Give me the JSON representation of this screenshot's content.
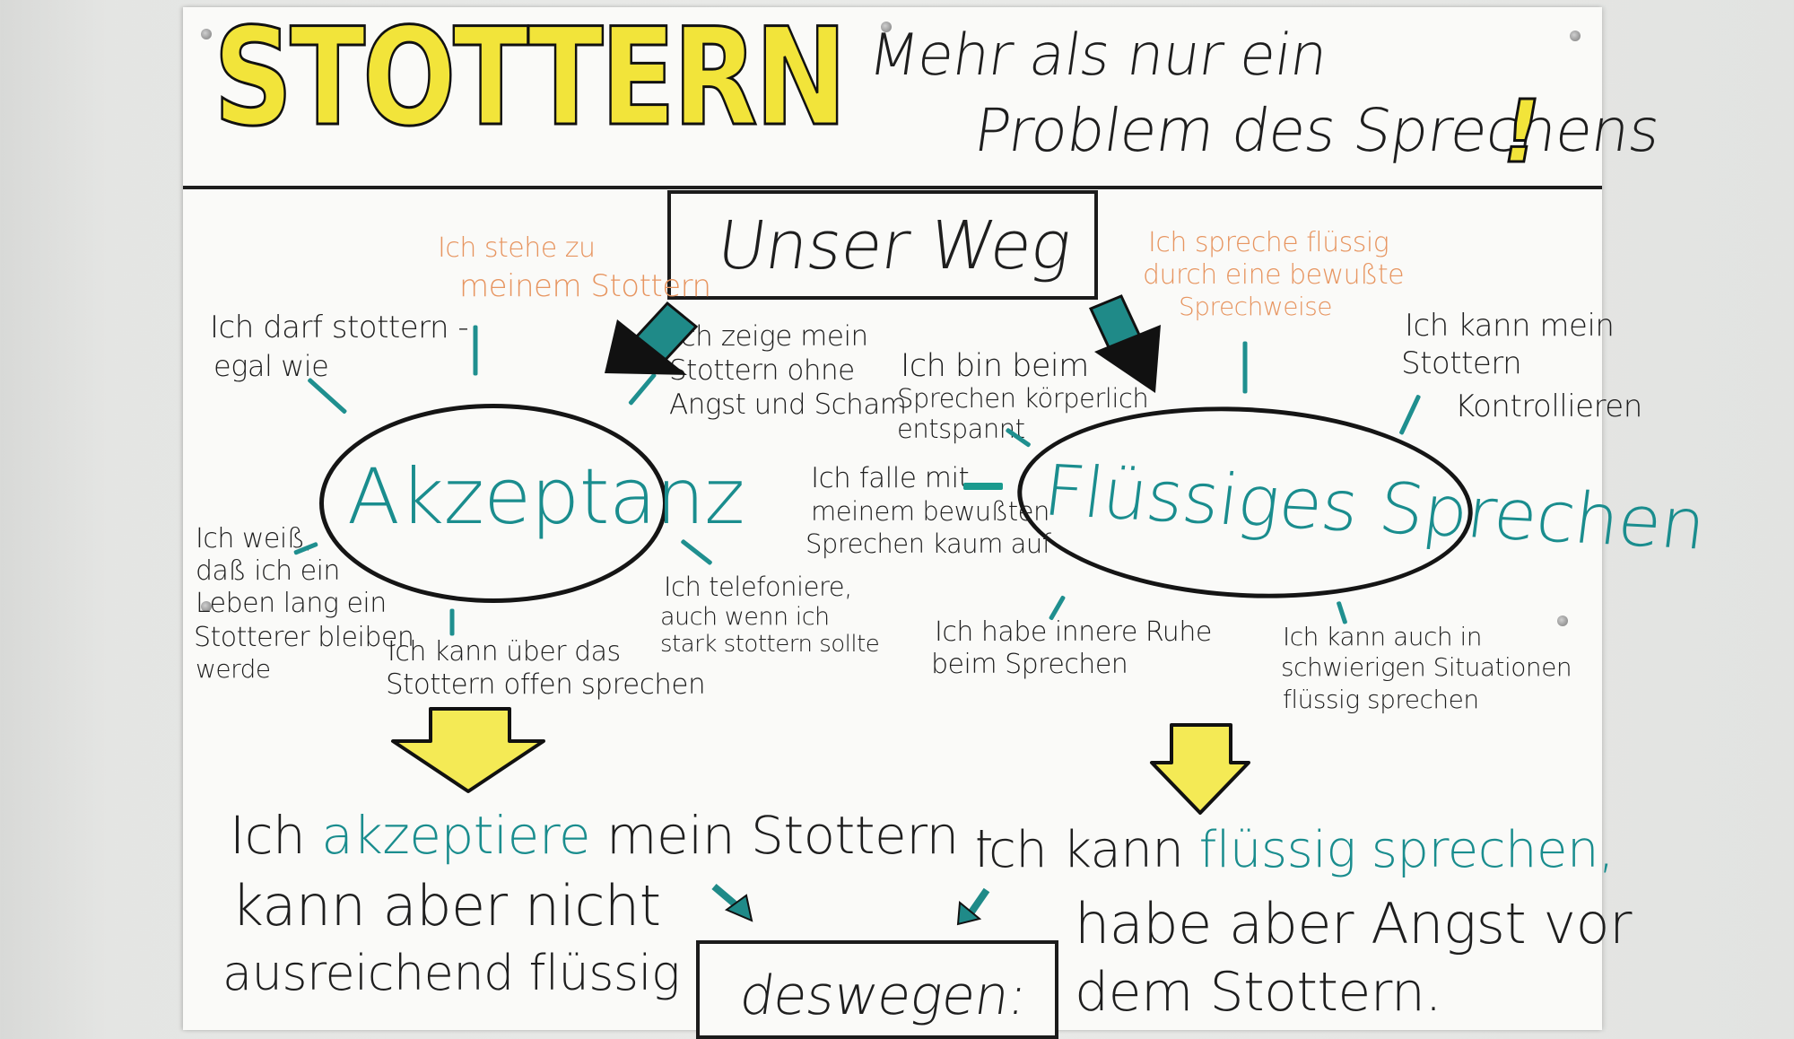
{
  "header": {
    "title": "STOTTERN",
    "subtitle_line1": "Mehr als nur ein",
    "subtitle_line2": "Problem des Sprechens",
    "exclamation": "!"
  },
  "center_box": "Unser Weg",
  "left_hub": "Akzeptanz",
  "right_hub": "Flüssiges Sprechen",
  "left_notes": {
    "stehe_1": "Ich stehe zu",
    "stehe_2": "meinem Stottern",
    "darf_1": "Ich darf stottern -",
    "darf_2": "egal wie",
    "zeige_1": "Ich zeige mein",
    "zeige_2": "Stottern ohne",
    "zeige_3": "Angst und Scham",
    "weiss_1": "Ich weiß,",
    "weiss_2": "daß ich ein",
    "weiss_3": "Leben lang ein",
    "weiss_4": "Stotterer bleiben",
    "weiss_5": "werde",
    "offen_1": "Ich kann über das",
    "offen_2": "Stottern offen sprechen",
    "tel_1": "Ich telefoniere,",
    "tel_2": "auch wenn ich",
    "tel_3": "stark stottern sollte"
  },
  "right_notes": {
    "fl_1": "Ich spreche flüssig",
    "fl_2": "durch eine bewußte",
    "fl_3": "Sprechweise",
    "kontr_1": "Ich kann mein",
    "kontr_2": "Stottern",
    "kontr_3": "Kontrollieren",
    "beim_1": "Ich bin beim",
    "beim_2": "Sprechen körperlich",
    "beim_3": "entspannt",
    "falle_1": "Ich falle mit",
    "falle_2": "meinem bewußten",
    "falle_3": "Sprechen kaum auf",
    "ruhe_1": "Ich habe innere Ruhe",
    "ruhe_2": "beim Sprechen",
    "schw_1": "Ich kann auch in",
    "schw_2": "schwierigen Situationen",
    "schw_3": "flüssig sprechen"
  },
  "bottom_left": {
    "ich": "Ich",
    "akzeptiere": "akzeptiere",
    "rest1": "mein Stottern -",
    "line2": "kann aber nicht",
    "line3": "ausreichend flüssig sprechen."
  },
  "bottom_right": {
    "lead": "Ich kann",
    "fluessig": "flüssig sprechen,",
    "line2": "habe aber Angst vor",
    "line3": "dem Stottern."
  },
  "bottom_box": "deswegen:",
  "colors": {
    "title_yellow": "#f2e43a",
    "teal": "#1a8d8e",
    "orange": "#e79560",
    "arrow_yellow": "#f4ea55",
    "ink": "#1e1e1e"
  }
}
